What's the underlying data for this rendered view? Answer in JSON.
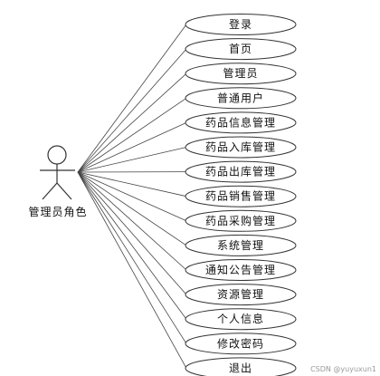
{
  "actor": {
    "label": "管理员角色"
  },
  "use_cases": [
    "登录",
    "首页",
    "管理员",
    "普通用户",
    "药品信息管理",
    "药品入库管理",
    "药品出库管理",
    "药品销售管理",
    "药品采购管理",
    "系统管理",
    "通知公告管理",
    "资源管理",
    "个人信息",
    "修改密码",
    "退出"
  ],
  "watermark": "CSDN @yuyuxun1"
}
